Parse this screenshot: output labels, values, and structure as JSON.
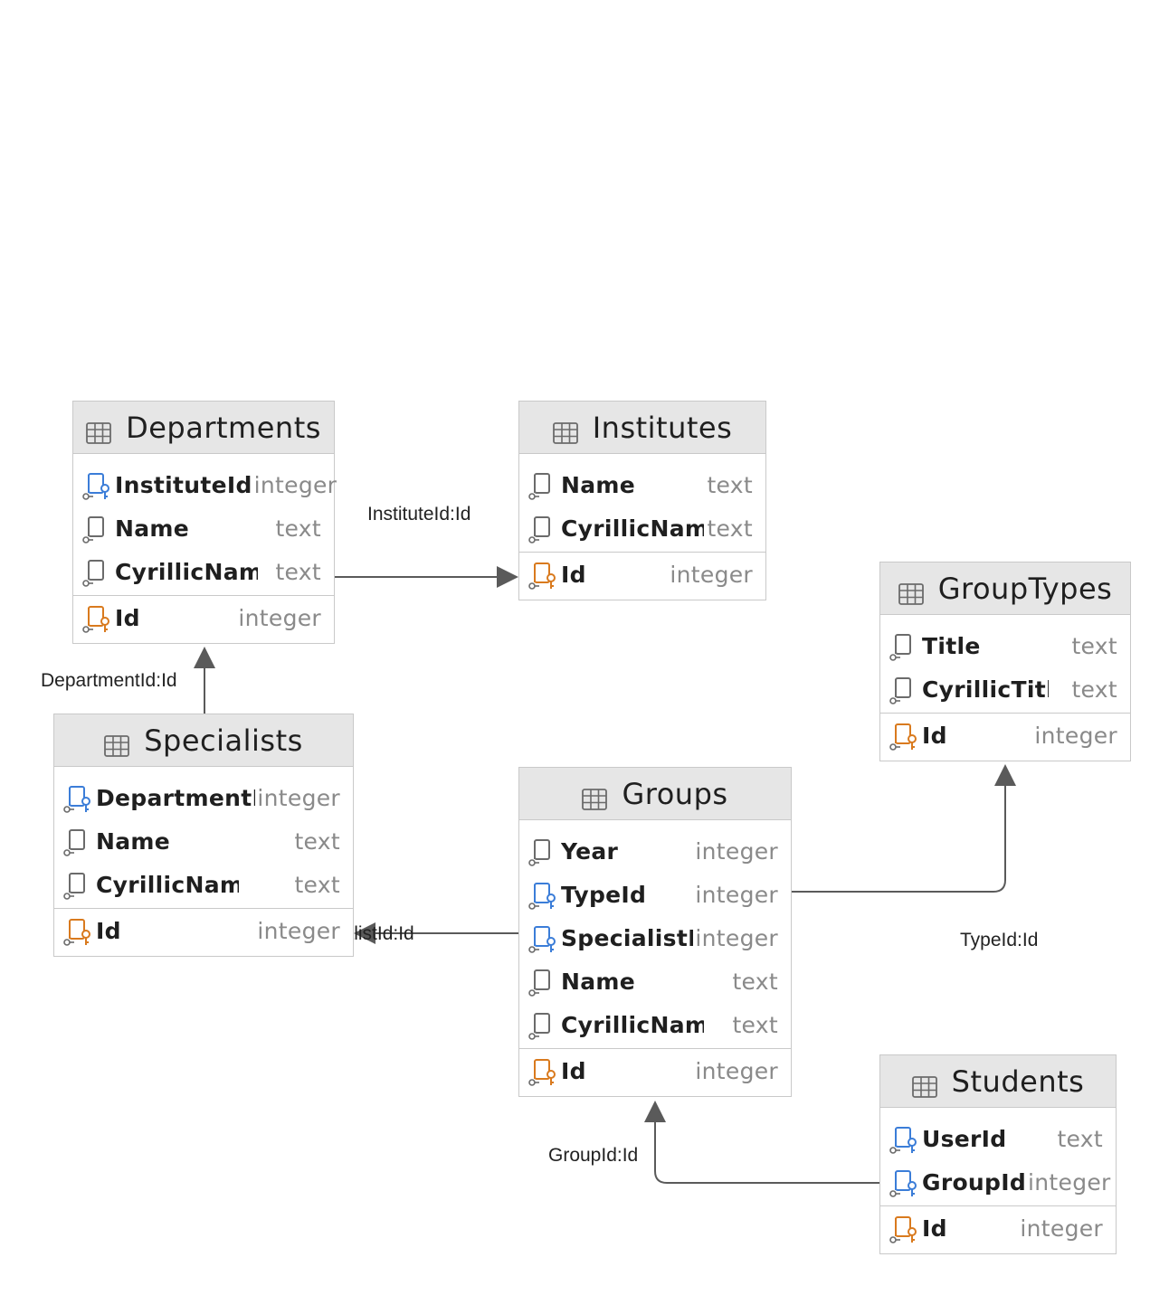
{
  "tables": {
    "departments": {
      "title": "Departments",
      "columns": [
        {
          "name": "InstituteId",
          "type": "integer"
        },
        {
          "name": "Name",
          "type": "text"
        },
        {
          "name": "CyrillicName",
          "type": "text"
        }
      ],
      "pk": {
        "name": "Id",
        "type": "integer"
      }
    },
    "institutes": {
      "title": "Institutes",
      "columns": [
        {
          "name": "Name",
          "type": "text"
        },
        {
          "name": "CyrillicName",
          "type": "text"
        }
      ],
      "pk": {
        "name": "Id",
        "type": "integer"
      }
    },
    "grouptypes": {
      "title": "GroupTypes",
      "columns": [
        {
          "name": "Title",
          "type": "text"
        },
        {
          "name": "CyrillicTitle",
          "type": "text"
        }
      ],
      "pk": {
        "name": "Id",
        "type": "integer"
      }
    },
    "specialists": {
      "title": "Specialists",
      "columns": [
        {
          "name": "DepartmentId",
          "type": "integer"
        },
        {
          "name": "Name",
          "type": "text"
        },
        {
          "name": "CyrillicName",
          "type": "text"
        }
      ],
      "pk": {
        "name": "Id",
        "type": "integer"
      }
    },
    "groups": {
      "title": "Groups",
      "columns": [
        {
          "name": "Year",
          "type": "integer"
        },
        {
          "name": "TypeId",
          "type": "integer"
        },
        {
          "name": "SpecialistId",
          "type": "integer"
        },
        {
          "name": "Name",
          "type": "text"
        },
        {
          "name": "CyrillicName",
          "type": "text"
        }
      ],
      "pk": {
        "name": "Id",
        "type": "integer"
      }
    },
    "students": {
      "title": "Students",
      "columns": [
        {
          "name": "UserId",
          "type": "text"
        },
        {
          "name": "GroupId",
          "type": "integer"
        }
      ],
      "pk": {
        "name": "Id",
        "type": "integer"
      }
    }
  },
  "relations": {
    "institute": "InstituteId:Id",
    "department": "DepartmentId:Id",
    "specialist": "SpecialistId:Id",
    "type": "TypeId:Id",
    "group": "GroupId:Id"
  },
  "colors": {
    "header_bg": "#e6e6e6",
    "border": "#c9c9c9",
    "edge": "#5a5a5a",
    "fk_accent": "#3b7dd8",
    "pk_accent": "#d97a1e",
    "type_text": "#8a8a8a"
  },
  "icons": {
    "table": "table-icon",
    "column": "column-icon",
    "foreign_key": "foreign-key-column-icon",
    "primary_key": "primary-key-column-icon"
  }
}
